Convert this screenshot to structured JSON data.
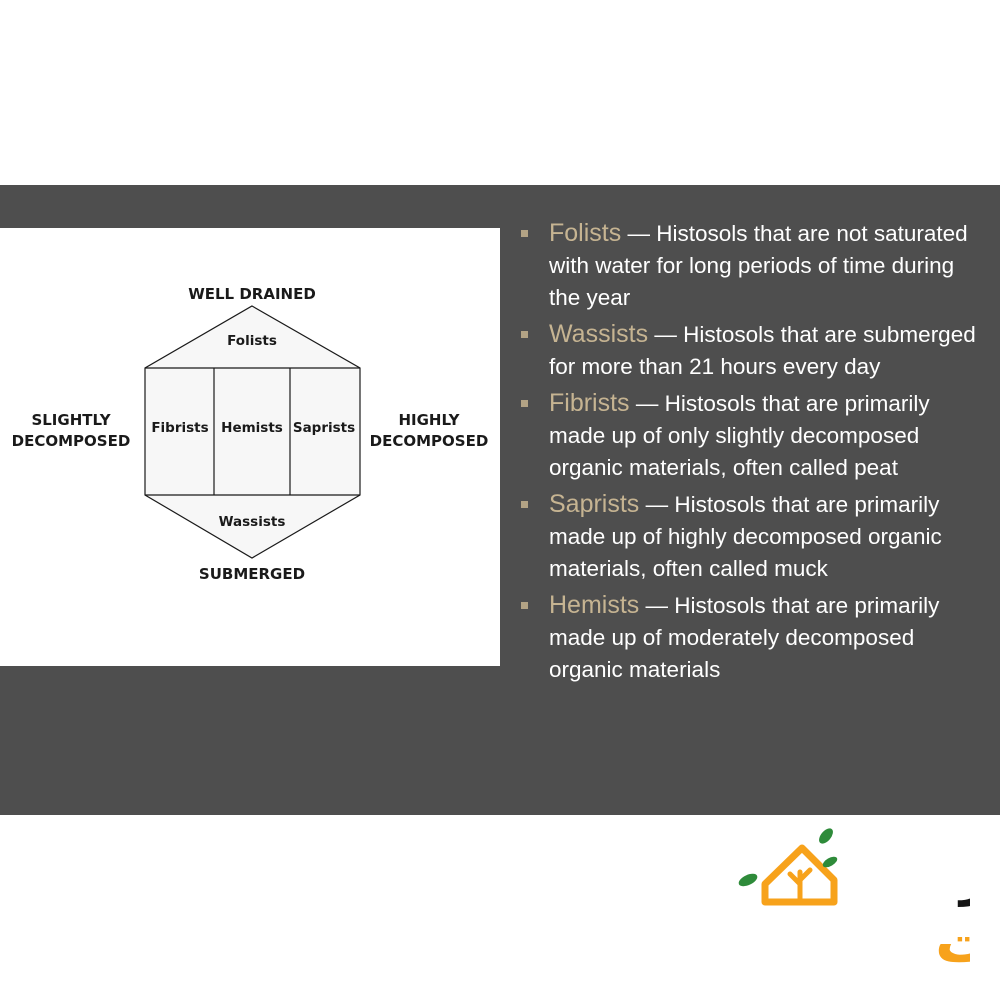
{
  "diagram": {
    "top_label": "WELL DRAINED",
    "bottom_label": "SUBMERGED",
    "left_label_line1": "SLIGHTLY",
    "left_label_line2": "DECOMPOSED",
    "right_label_line1": "HIGHLY",
    "right_label_line2": "DECOMPOSED",
    "top_cell": "Folists",
    "bottom_cell": "Wassists",
    "middle_cells": [
      "Fibrists",
      "Hemists",
      "Saprists"
    ]
  },
  "definitions": [
    {
      "term": "Folists",
      "text": " — Histosols that are not saturated with water for long periods of time during the year"
    },
    {
      "term": "Wassists",
      "text": " — Histosols that are submerged for more than 21 hours every day"
    },
    {
      "term": "Fibrists",
      "text": " — Histosols that are primarily made up of only slightly decomposed organic materials, often called peat"
    },
    {
      "term": "Saprists",
      "text": " — Histosols that are primarily made up of highly decomposed organic materials, often called muck"
    },
    {
      "term": "Hemists",
      "text": " — Histosols that are primarily made up of moderately decomposed organic materials"
    }
  ],
  "logo": {
    "line1": "شیراز",
    "line2": "کشت"
  },
  "colors": {
    "slide_background": "#4e4e4e",
    "term": "#c6b492",
    "bullet_marker": "#b3a385",
    "logo_orange": "#f7a21b",
    "logo_green": "#2e8b3a"
  }
}
